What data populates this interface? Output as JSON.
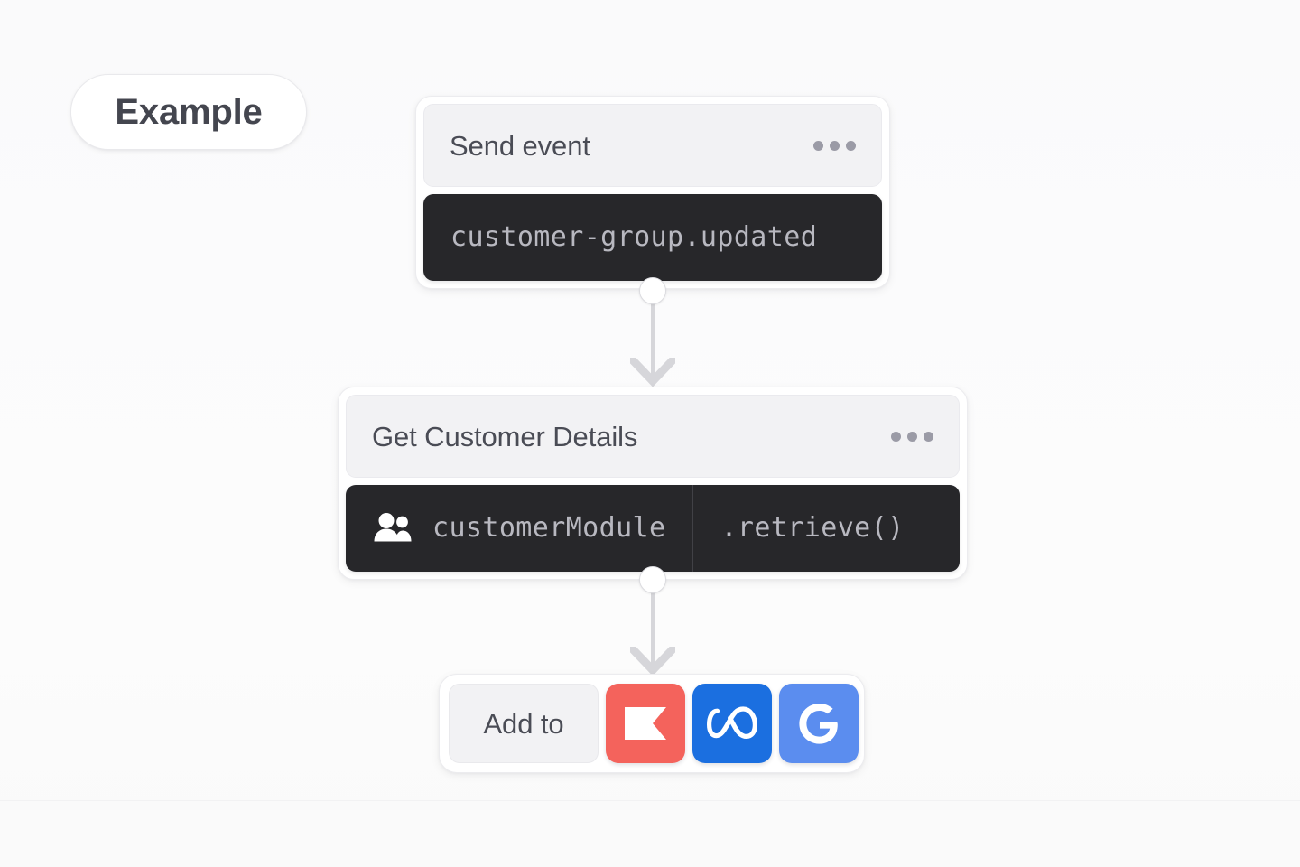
{
  "badge": {
    "label": "Example"
  },
  "colors": {
    "background": "#fbfbfc",
    "card": "#ffffff",
    "header_panel": "#f2f2f4",
    "code_block": "#27272a",
    "code_text": "#b8b8c0",
    "title_text": "#4a4c55",
    "connector": "#d6d6da",
    "klaviyo_red": "#f4635c",
    "meta_blue": "#1b6fe0",
    "google_blue": "#5b8def"
  },
  "flow": {
    "nodes": [
      {
        "id": "send-event",
        "title": "Send event",
        "menu_icon": "ellipsis-icon",
        "code": [
          {
            "text": "customer-group.updated",
            "icon": null
          }
        ]
      },
      {
        "id": "get-customer-details",
        "title": "Get Customer Details",
        "menu_icon": "ellipsis-icon",
        "code": [
          {
            "text": "customerModule",
            "icon": "people-icon"
          },
          {
            "text": ".retrieve()",
            "icon": null
          }
        ]
      }
    ],
    "destination_node": {
      "id": "add-to",
      "label": "Add to",
      "integrations": [
        {
          "name": "Klaviyo",
          "icon": "klaviyo-icon",
          "color": "#f4635c"
        },
        {
          "name": "Meta",
          "icon": "meta-icon",
          "color": "#1b6fe0"
        },
        {
          "name": "Google",
          "icon": "google-icon",
          "color": "#5b8def"
        }
      ]
    },
    "connectors": [
      {
        "from": "send-event",
        "to": "get-customer-details",
        "handle": "connector-dot",
        "arrow": "arrow-down-icon"
      },
      {
        "from": "get-customer-details",
        "to": "add-to",
        "handle": "connector-dot",
        "arrow": "arrow-down-icon"
      }
    ]
  }
}
